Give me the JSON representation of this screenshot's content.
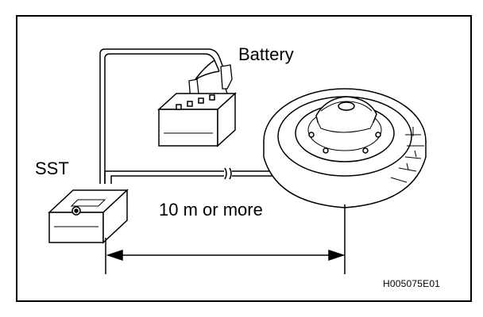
{
  "diagram": {
    "labels": {
      "battery": "Battery",
      "sst": "SST",
      "distance": "10 m or more",
      "figure_code": "H005075E01"
    },
    "icons": {
      "battery": "car-battery-icon",
      "sst": "tester-box-icon",
      "wheel": "tire-with-airbag-icon"
    }
  }
}
